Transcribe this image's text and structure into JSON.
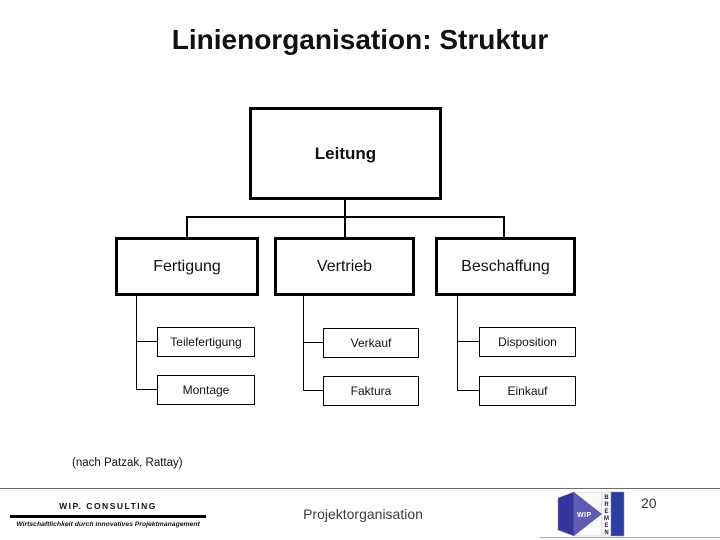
{
  "slide": {
    "title": "Linienorganisation: Struktur",
    "source_note": "(nach Patzak, Rattay)"
  },
  "org_chart": {
    "root": {
      "label": "Leitung"
    },
    "departments": [
      {
        "label": "Fertigung",
        "children": [
          {
            "label": "Teilefertigung"
          },
          {
            "label": "Montage"
          }
        ]
      },
      {
        "label": "Vertrieb",
        "children": [
          {
            "label": "Verkauf"
          },
          {
            "label": "Faktura"
          }
        ]
      },
      {
        "label": "Beschaffung",
        "children": [
          {
            "label": "Disposition"
          },
          {
            "label": "Einkauf"
          }
        ]
      }
    ]
  },
  "footer": {
    "company": "WIP. CONSULTING",
    "tagline": "Wirtschaftlichkeit durch innovatives Projektmanagement",
    "section_title": "Projektorganisation",
    "page_number": "20",
    "logo": {
      "text": "WIP",
      "city": "BREMEN",
      "city_letters": [
        "B",
        "R",
        "E",
        "M",
        "E",
        "N"
      ]
    }
  },
  "colors": {
    "box_border": "#000000",
    "logo_dark_blue": "#35359b",
    "logo_mid_blue": "#5d5db5",
    "logo_bar_blue": "#2c3ea6",
    "footer_line": "#6e6e6e"
  }
}
